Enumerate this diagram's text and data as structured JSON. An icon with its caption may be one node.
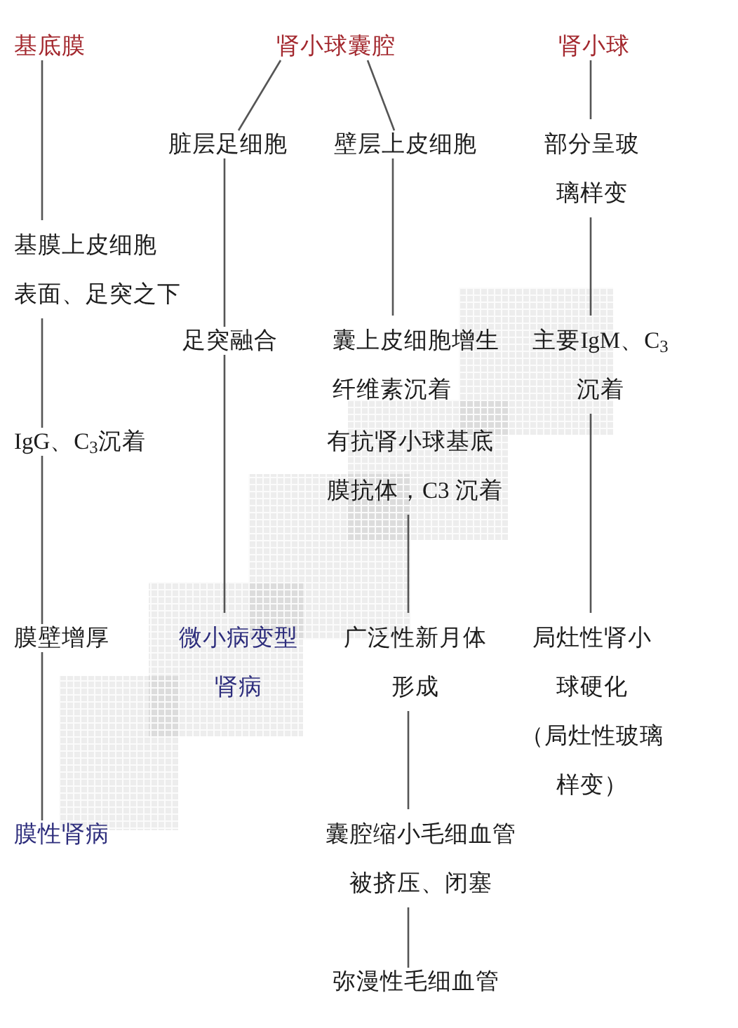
{
  "diagram": {
    "nodes": [
      {
        "text": [
          "基底膜"
        ]
      },
      {
        "text": [
          "肾小球囊腔"
        ]
      },
      {
        "text": [
          "肾小球"
        ]
      },
      {
        "text": [
          "脏层足细胞"
        ]
      },
      {
        "text": [
          "壁层上皮细胞"
        ]
      },
      {
        "text": [
          "部分呈玻璃样变"
        ]
      },
      {
        "text": [
          "基膜上皮细胞表面、足突之下"
        ]
      },
      {
        "text": [
          "足突融合"
        ]
      },
      {
        "text": [
          "囊上皮细胞增生纤维素沉着"
        ]
      },
      {
        "text": [
          "主要IgM、C$_{3}$沉着"
        ]
      },
      {
        "text": [
          "IgG、C$_{3}$沉着"
        ]
      },
      {
        "text": [
          "有抗肾小球基底膜抗体，C3 沉着"
        ]
      },
      {
        "text": [
          "膜壁增厚"
        ]
      },
      {
        "text": [
          "微小病变型肾病"
        ]
      },
      {
        "text": [
          "广泛性新月体形成"
        ]
      },
      {
        "text": [
          "局灶性肾小球硬化",
          "（局灶性玻璃样变）"
        ]
      },
      {
        "text": [
          "膜性肾病"
        ]
      },
      {
        "text": [
          "囊腔缩小毛细血管被挤压、闭塞"
        ]
      },
      {
        "text": [
          "弥漫性毛细血管"
        ]
      }
    ],
    "edges": [
      {
        "from": 0,
        "to": 6,
        "arrow": "none"
      },
      {
        "from": 1,
        "to": 3,
        "arrow": "none"
      },
      {
        "from": 1,
        "to": 4,
        "arrow": "none"
      },
      {
        "from": 2,
        "to": 5,
        "arrow": "none"
      },
      {
        "from": 3,
        "to": 7,
        "arrow": "none"
      },
      {
        "from": 4,
        "to": 8,
        "arrow": "none"
      },
      {
        "from": 5,
        "to": 9,
        "arrow": "none"
      },
      {
        "from": 6,
        "to": 10,
        "arrow": "none"
      },
      {
        "from": 7,
        "to": 13,
        "arrow": "none"
      },
      {
        "from": 9,
        "to": 15,
        "arrow": "none"
      },
      {
        "from": 10,
        "to": 12,
        "arrow": "none"
      },
      {
        "from": 11,
        "to": 14,
        "arrow": "none"
      },
      {
        "from": 12,
        "to": 16,
        "arrow": "none"
      },
      {
        "from": 14,
        "to": 17,
        "arrow": "none"
      },
      {
        "from": 17,
        "to": 18,
        "arrow": "none"
      }
    ]
  }
}
